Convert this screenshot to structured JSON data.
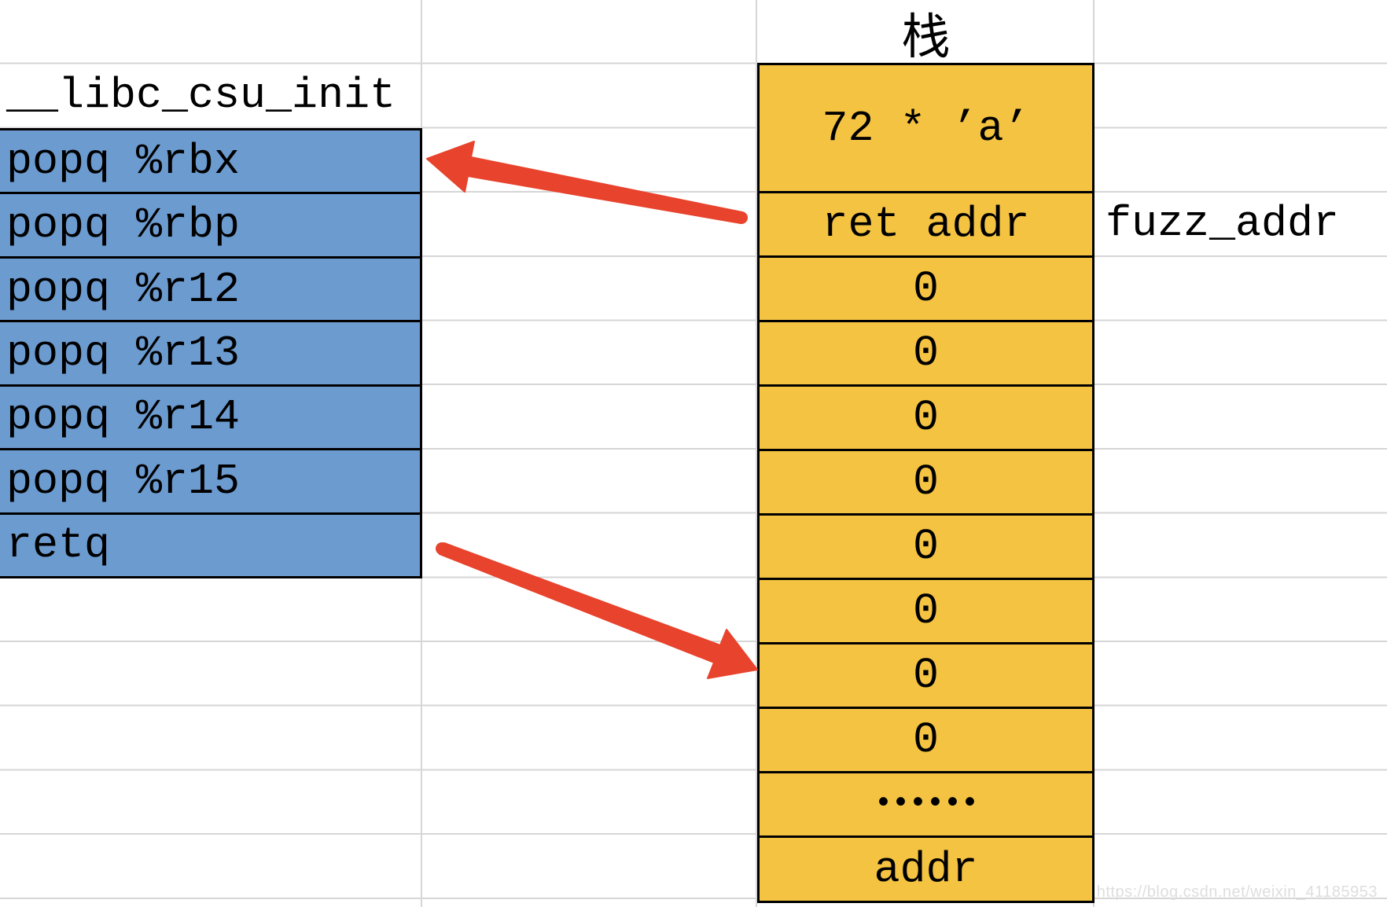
{
  "page": {
    "background": "#ffffff",
    "gridline_color": "#d6d6d6"
  },
  "colors": {
    "gadget_fill": "#6c9bd0",
    "stack_fill": "#f5c342",
    "arrow_red": "#e8432c",
    "border_black": "#000000",
    "watermark_gray": "#dedede"
  },
  "gadget": {
    "title": "__libc_csu_init",
    "instructions": [
      "popq %rbx",
      "popq %rbp",
      "popq %r12",
      "popq %r13",
      "popq %r14",
      "popq %r15",
      "retq"
    ]
  },
  "stack": {
    "title": "栈",
    "cells": [
      "72 * ’a’",
      "ret addr",
      "0",
      "0",
      "0",
      "0",
      "0",
      "0",
      "0",
      "0",
      "••••••",
      "addr"
    ],
    "annotation": "fuzz_addr"
  },
  "arrows": [
    {
      "id": "ret-addr-to-gadget-arrow",
      "color": "#e8432c"
    },
    {
      "id": "retq-to-stack-arrow",
      "color": "#e8432c"
    }
  ],
  "watermark": "https://blog.csdn.net/weixin_41185953"
}
